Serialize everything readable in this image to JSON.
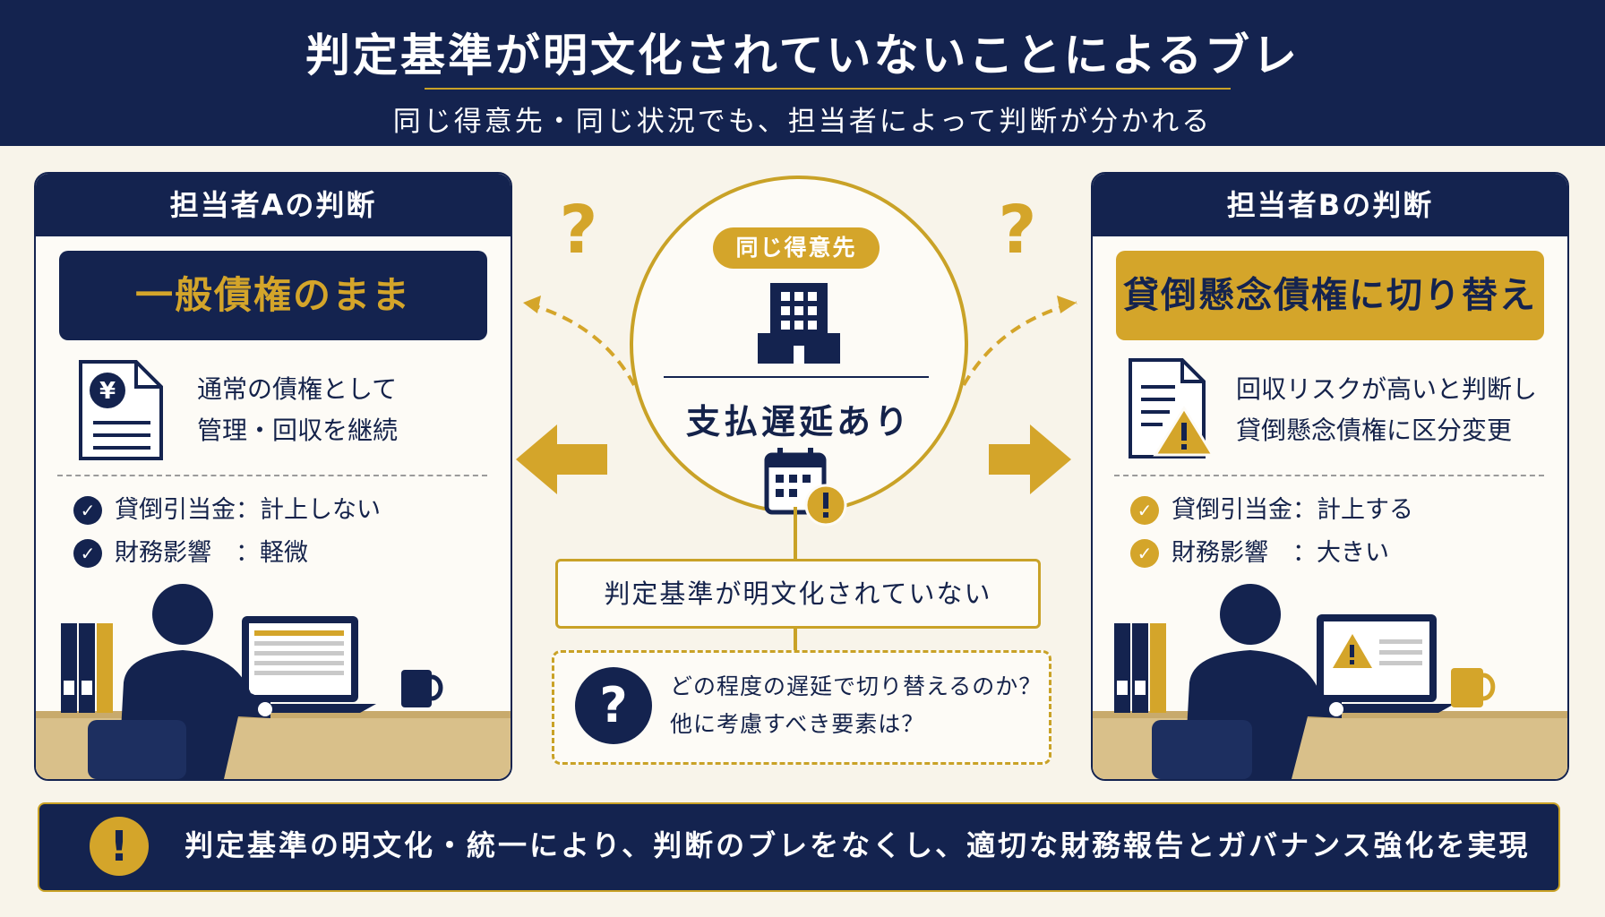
{
  "header": {
    "title": "判定基準が明文化されていないことによるブレ",
    "subtitle": "同じ得意先・同じ状況でも、担当者によって判断が分かれる"
  },
  "left_panel": {
    "title": "担当者Aの判断",
    "verdict": "一般債権のまま",
    "description_line1": "通常の債権として",
    "description_line2": "管理・回収を継続",
    "doc_symbol": "¥",
    "doc_icon": "yen-document-icon",
    "checks": [
      {
        "text": "貸倒引当金：計上しない"
      },
      {
        "text": "財務影響　：軽微"
      }
    ],
    "check_color": "#14234f"
  },
  "right_panel": {
    "title": "担当者Bの判断",
    "verdict": "貸倒懸念債権に切り替え",
    "description_line1": "回収リスクが高いと判断し",
    "description_line2": "貸倒懸念債権に区分変更",
    "doc_icon": "warning-document-icon",
    "checks": [
      {
        "text": "貸倒引当金：計上する"
      },
      {
        "text": "財務影響　：大きい"
      }
    ],
    "check_color": "#d4a52a"
  },
  "center": {
    "customer_label": "同じ得意先",
    "building_icon": "office-building-icon",
    "situation": "支払遅延あり",
    "calendar_icon": "calendar-warning-icon",
    "criteria_label": "判定基準が明文化されていない",
    "question_line1": "どの程度の遅延で切り替えるのか？",
    "question_line2": "他に考慮すべき要素は？",
    "question_mark": "?"
  },
  "banner": {
    "icon_symbol": "!",
    "text": "判定基準の明文化・統一により、判断のブレをなくし、適切な財務報告とガバナンス強化を実現"
  },
  "colors": {
    "navy": "#14234f",
    "gold": "#d4a52a",
    "background": "#f8f4ea"
  }
}
